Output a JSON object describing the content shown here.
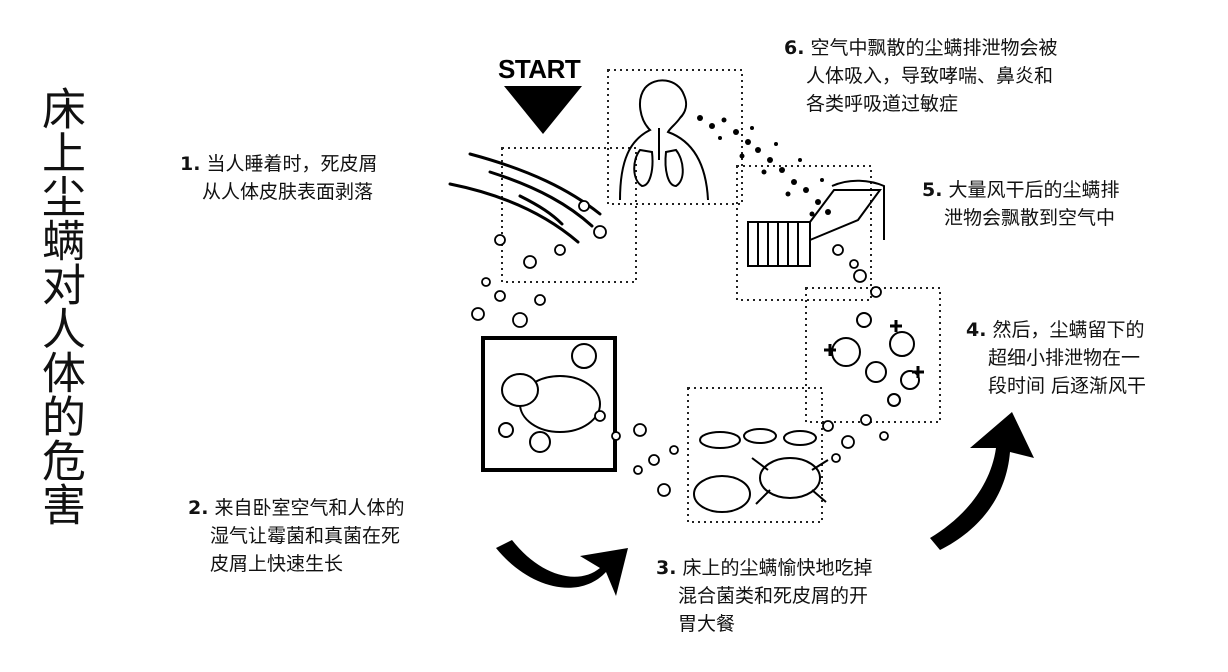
{
  "title": "床上尘螨对人体的危害",
  "start_label": "START",
  "steps": [
    {
      "num": "1.",
      "lines": [
        "当人睡着时，死皮屑",
        "从人体皮肤表面剥落"
      ]
    },
    {
      "num": "2.",
      "lines": [
        "来自卧室空气和人体的",
        "湿气让霉菌和真菌在死",
        "皮屑上快速生长"
      ]
    },
    {
      "num": "3.",
      "lines": [
        "床上的尘螨愉快地吃掉",
        "混合菌类和死皮屑的开",
        "胃大餐"
      ]
    },
    {
      "num": "4.",
      "lines": [
        "然后，尘螨留下的",
        "超细小排泄物在一",
        "段时间 后逐渐风干"
      ]
    },
    {
      "num": "5.",
      "lines": [
        "大量风干后的尘螨排",
        "泄物会飘散到空气中"
      ]
    },
    {
      "num": "6.",
      "lines": [
        "空气中飘散的尘螨排泄物会被",
        "人体吸入，导致哮喘、鼻炎和",
        "各类呼吸道过敏症"
      ]
    }
  ]
}
